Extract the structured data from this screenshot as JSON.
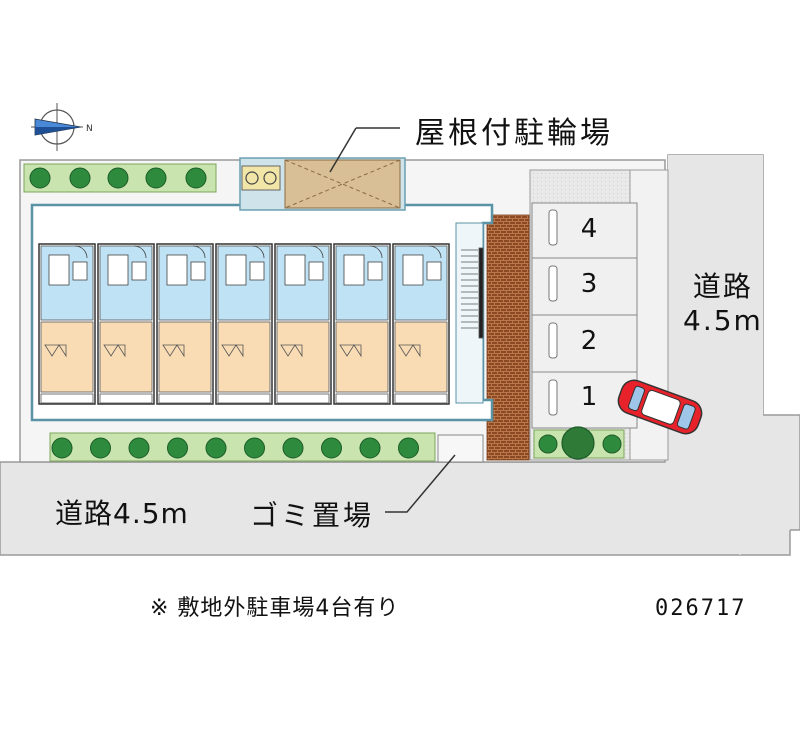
{
  "labels": {
    "covered_bicycle_parking": "屋根付駐輪場",
    "road_right_line1": "道路",
    "road_right_line2": "4.5m",
    "road_bottom": "道路4.5m",
    "garbage_area": "ゴミ置場",
    "note": "※ 敷地外駐車場4台有り",
    "property_code": "026717"
  },
  "parking": {
    "spaces": [
      "4",
      "3",
      "2",
      "1"
    ]
  },
  "units": {
    "count": 7
  },
  "colors": {
    "road": "#e6e6e6",
    "site": "#f2f2f2",
    "unit_wet_area": "#bfe3f5",
    "unit_room": "#f9dcb4",
    "building_outline": "#5a93a6",
    "bike_roof": "#d9bf96",
    "brick_path": "#a0522d",
    "hedge": "#9ccf6f",
    "shrub": "#2e8b3e",
    "car": "#e8222a"
  },
  "icons": {
    "compass": "north-arrow-icon",
    "car": "red-car-icon"
  }
}
